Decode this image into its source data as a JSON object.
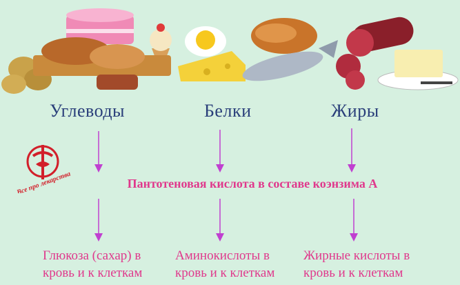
{
  "categories": {
    "carbs": "Углеводы",
    "proteins": "Белки",
    "fats": "Жиры"
  },
  "center_label": "Пантотеновая кислота в составе коэнзима А",
  "results": {
    "carbs": [
      "Глюкоза (сахар) в",
      "кровь и к клеткам"
    ],
    "proteins": [
      "Аминокислоты в",
      "кровь и к клеткам"
    ],
    "fats": [
      "Жирные кислоты в",
      "кровь и к клеткам"
    ]
  },
  "logo_text": "Все про лекарства",
  "colors": {
    "background": "#d6f0e0",
    "category_text": "#2a3f7a",
    "accent": "#e0388c",
    "arrow": "#c040d0",
    "logo_red": "#d21f2a"
  }
}
